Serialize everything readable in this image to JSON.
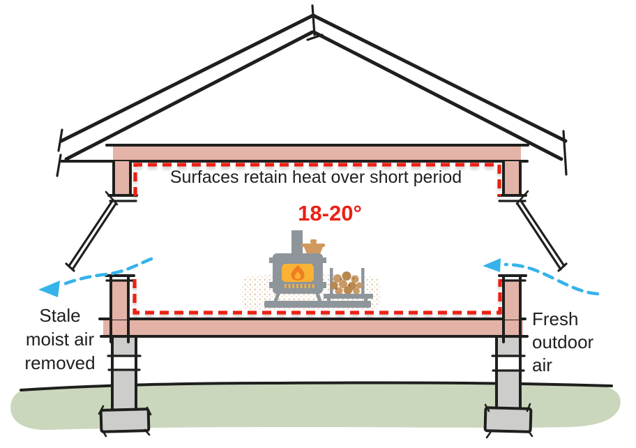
{
  "labels": {
    "title": "Surfaces retain heat over short period",
    "temperature": "18-20°",
    "stale_air": [
      "Stale",
      "moist air",
      "removed"
    ],
    "fresh_air": [
      "Fresh",
      "outdoor",
      "air"
    ]
  },
  "icons": {
    "stove": "wood-stove-icon",
    "firewood": "firewood-rack-icon",
    "pot": "cooking-pot-icon",
    "left_arrow": "stale-air-arrow-icon",
    "right_arrow": "fresh-air-arrow-icon"
  },
  "colors": {
    "ink": "#1f1f1d",
    "accent-red": "#ec2014",
    "accent-blue": "#36b3e9",
    "wall-pink": "#e4b3a8",
    "pier-grey": "#cdcdcb",
    "stove-grey": "#8e959b",
    "fire-amber": "#f9b234",
    "flame-orange": "#ef7d22",
    "log-tan": "#c99a66",
    "log-tan-dark": "#b8884f",
    "log-dot": "#8a6743",
    "pot-tan": "#d09a5e",
    "ground-green": "#cbd7bd",
    "stipple-tan": "#dcc09a",
    "paper": "#ffffff"
  }
}
